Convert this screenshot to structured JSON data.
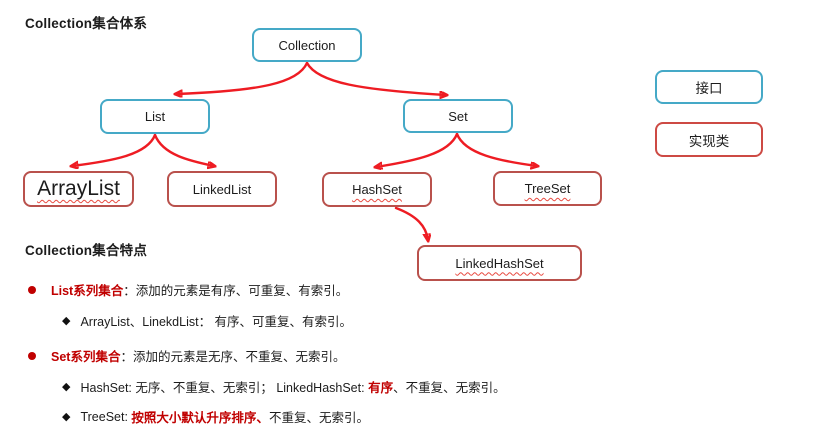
{
  "colors": {
    "blue": "#45a9c7",
    "red-node": "#b9514c",
    "red-legend": "#cd4a44",
    "arrow": "#ee1c23",
    "accent": "#c00000",
    "ink": "#1c1c1c"
  },
  "headings": {
    "hierarchy": "Collection集合体系",
    "features": "Collection集合特点"
  },
  "diagram": {
    "collection": "Collection",
    "list": "List",
    "set": "Set",
    "arraylist": "ArrayList",
    "linkedlist": "LinkedList",
    "hashset": "HashSet",
    "treeset": "TreeSet",
    "linkedhashset": "LinkedHashSet",
    "legend_interface": "接口",
    "legend_class": "实现类"
  },
  "glyphs": {
    "bullet": "●",
    "diamond": "◆"
  },
  "features": {
    "list_bullet": {
      "label": "List系列集合",
      "rest": "：添加的元素是有序、可重复、有索引。"
    },
    "list_sub": {
      "text": "ArrayList、LinekdList： 有序、可重复、有索引。"
    },
    "set_bullet": {
      "label": "Set系列集合",
      "rest": "：添加的元素是无序、不重复、无索引。"
    },
    "hashset_sub": {
      "pre": "HashSet: 无序、不重复、无索引； LinkedHashSet: ",
      "red": "有序",
      "post": "、不重复、无索引。"
    },
    "treeset_sub": {
      "pre": "TreeSet: ",
      "red": "按照大小默认升序排序、",
      "post": "不重复、无索引。"
    }
  }
}
